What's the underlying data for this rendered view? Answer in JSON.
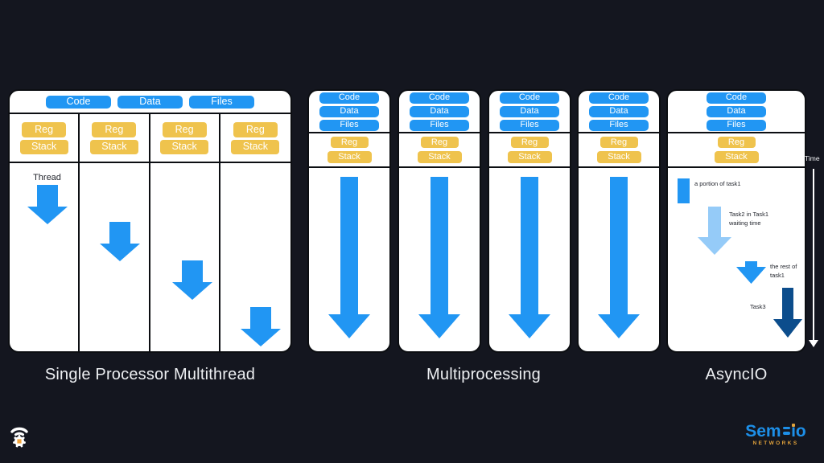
{
  "colors": {
    "background": "#14161F",
    "panel": "#FFFFFF",
    "primary_blue": "#2196F3",
    "yellow": "#EFC34D",
    "light_blue": "#95CBF8",
    "dark_blue": "#0C4D8C",
    "border": "#0C0E12",
    "caption_text": "#EDEFF2",
    "dark_text": "#23262E",
    "logo_blue": "#1D8FE8",
    "logo_yellow": "#E2A23B"
  },
  "single_processor": {
    "caption": "Single Processor Multithread",
    "header": [
      "Code",
      "Data",
      "Files"
    ],
    "reg": "Reg",
    "stack": "Stack",
    "thread_label": "Thread"
  },
  "multiprocessing": {
    "caption": "Multiprocessing",
    "header": [
      "Code",
      "Data",
      "Files"
    ],
    "reg": "Reg",
    "stack": "Stack"
  },
  "asyncio": {
    "caption": "AsyncIO",
    "header": [
      "Code",
      "Data",
      "Files"
    ],
    "reg": "Reg",
    "stack": "Stack",
    "time_label": "Time",
    "annotations": {
      "task1_portion": "a portion of task1",
      "task2": "Task2 in Task1 waiting time",
      "task1_rest": "the rest of task1",
      "task3": "Task3"
    }
  },
  "logo": {
    "text": "SemFio",
    "text_pre": "Sem",
    "text_post": "ıo",
    "subtext": "NETWORKS"
  }
}
